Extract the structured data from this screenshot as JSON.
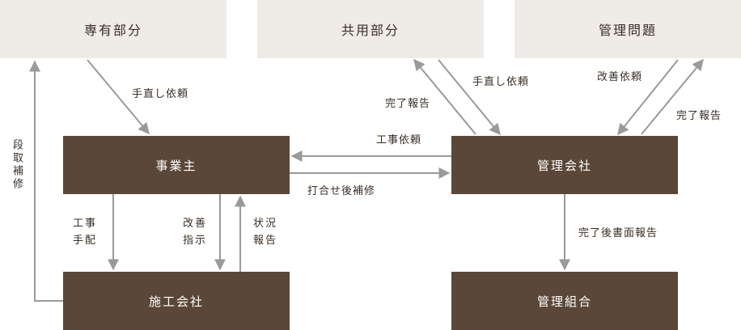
{
  "nodes": {
    "senyu": "専有部分",
    "kyoyo": "共用部分",
    "kanri_mondai": "管理問題",
    "jigyonushi": "事業主",
    "kanri_gaisha": "管理会社",
    "seko_gaisha": "施工会社",
    "kanri_kumiai": "管理組合"
  },
  "labels": {
    "senyu_to_jigyo": "手直し依頼",
    "kyoyo_to_kanri": "手直し依頼",
    "kanri_to_kyoyo": "完了報告",
    "mondai_to_kanri": "改善依頼",
    "kanri_to_mondai": "完了報告",
    "kanri_to_jigyo": "工事依頼",
    "jigyo_to_kanri": "打合せ後補修",
    "seko_to_senyu": "段取補修",
    "jigyo_to_seko_1": "工事\n手配",
    "jigyo_to_seko_2": "改善\n指示",
    "seko_to_jigyo": "状況\n報告",
    "kanri_to_kumiai": "完了後書面報告"
  }
}
